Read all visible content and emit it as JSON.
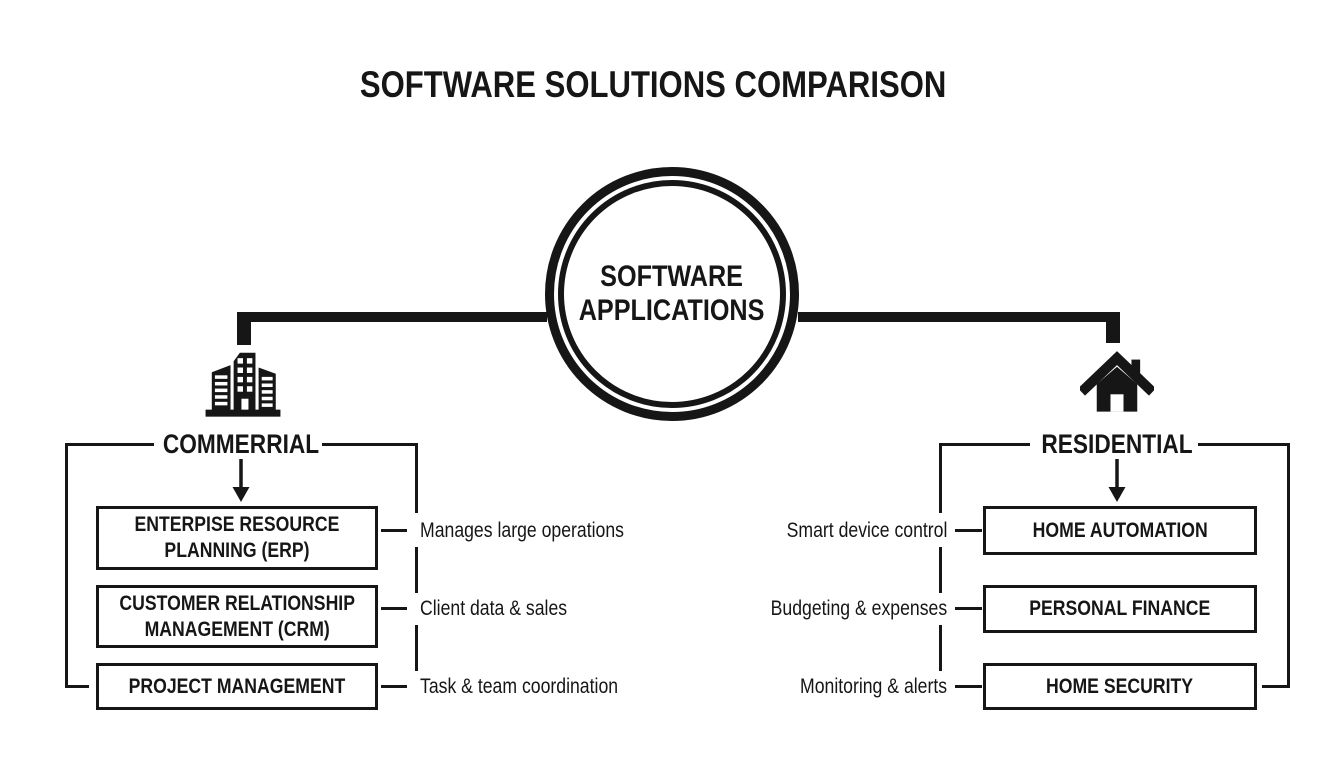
{
  "title": "SOFTWARE SOLUTIONS COMPARISON",
  "center_node": {
    "line1": "SOFTWARE",
    "line2": "APPLICATIONS"
  },
  "colors": {
    "ink": "#161616",
    "background": "#ffffff"
  },
  "left_branch": {
    "label": "COMMERRIAL",
    "icon": "building-icon",
    "items": [
      {
        "lines": [
          "ENTERPISE RESOURCE",
          "PLANNING (ERP)"
        ],
        "description": "Manages large operations"
      },
      {
        "lines": [
          "CUSTOMER RELATIONSHIP",
          "MANAGEMENT (CRM)"
        ],
        "description": "Client data & sales"
      },
      {
        "lines": [
          "PROJECT MANAGEMENT"
        ],
        "description": "Task & team coordination"
      }
    ]
  },
  "right_branch": {
    "label": "RESIDENTIAL",
    "icon": "house-icon",
    "items": [
      {
        "lines": [
          "HOME AUTOMATION"
        ],
        "description": "Smart device control"
      },
      {
        "lines": [
          "PERSONAL FINANCE"
        ],
        "description": "Budgeting & expenses"
      },
      {
        "lines": [
          "HOME SECURITY"
        ],
        "description": "Monitoring & alerts"
      }
    ]
  }
}
